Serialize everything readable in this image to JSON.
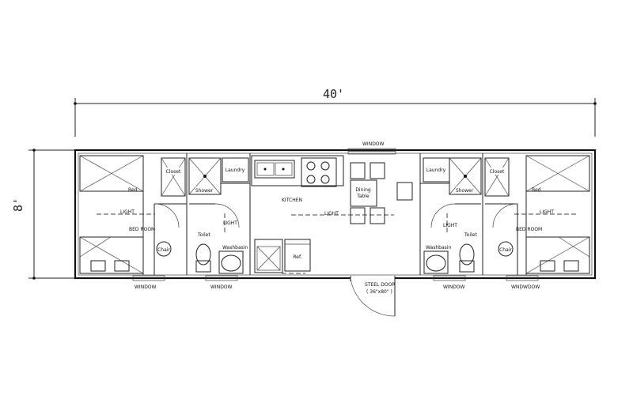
{
  "dimensions": {
    "length": "40'",
    "width": "8'"
  },
  "labels": {
    "bed": "Bed",
    "closet": "Closet",
    "shower": "Shower",
    "laundry": "Laundry",
    "kitchen": "KITCHEN",
    "dining": "Dining",
    "table": "Table",
    "bedroom": "BED ROOM",
    "chair": "Chair",
    "toilet": "Toilet",
    "washbasin": "Washbasin",
    "ref": "Ref.",
    "light": "LIGHT",
    "window": "WINDOW",
    "window_alt": "WNDWDOW",
    "steel_door": "STEEL DOOR",
    "door_size": "( 36\"x80\" )"
  }
}
